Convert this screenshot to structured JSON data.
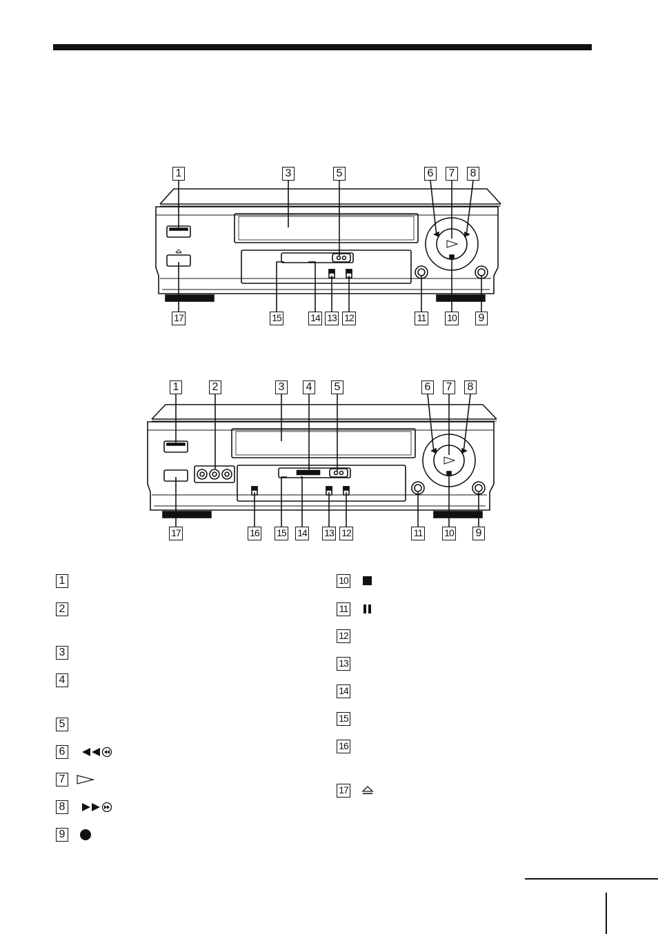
{
  "diagram_a": {
    "callouts": [
      "1",
      "3",
      "5",
      "6",
      "7",
      "8",
      "17",
      "15",
      "14",
      "13",
      "12",
      "11",
      "10",
      "9"
    ]
  },
  "diagram_b": {
    "callouts": [
      "1",
      "2",
      "3",
      "4",
      "5",
      "6",
      "7",
      "8",
      "17",
      "16",
      "15",
      "14",
      "13",
      "12",
      "11",
      "10",
      "9"
    ]
  },
  "legend": {
    "left": [
      {
        "num": "1",
        "symbol": ""
      },
      {
        "num": "2",
        "symbol": ""
      },
      {
        "num": "3",
        "symbol": ""
      },
      {
        "num": "4",
        "symbol": ""
      },
      {
        "num": "5",
        "symbol": ""
      },
      {
        "num": "6",
        "symbol": "rewind-icon"
      },
      {
        "num": "7",
        "symbol": "play-icon"
      },
      {
        "num": "8",
        "symbol": "fast-forward-icon"
      },
      {
        "num": "9",
        "symbol": "record-icon"
      }
    ],
    "right": [
      {
        "num": "10",
        "symbol": "stop-icon"
      },
      {
        "num": "11",
        "symbol": "pause-icon"
      },
      {
        "num": "12",
        "symbol": ""
      },
      {
        "num": "13",
        "symbol": ""
      },
      {
        "num": "14",
        "symbol": ""
      },
      {
        "num": "15",
        "symbol": ""
      },
      {
        "num": "16",
        "symbol": ""
      },
      {
        "num": "17",
        "symbol": "eject-icon"
      }
    ]
  },
  "colors": {
    "ink": "#111111",
    "paper": "#ffffff"
  }
}
